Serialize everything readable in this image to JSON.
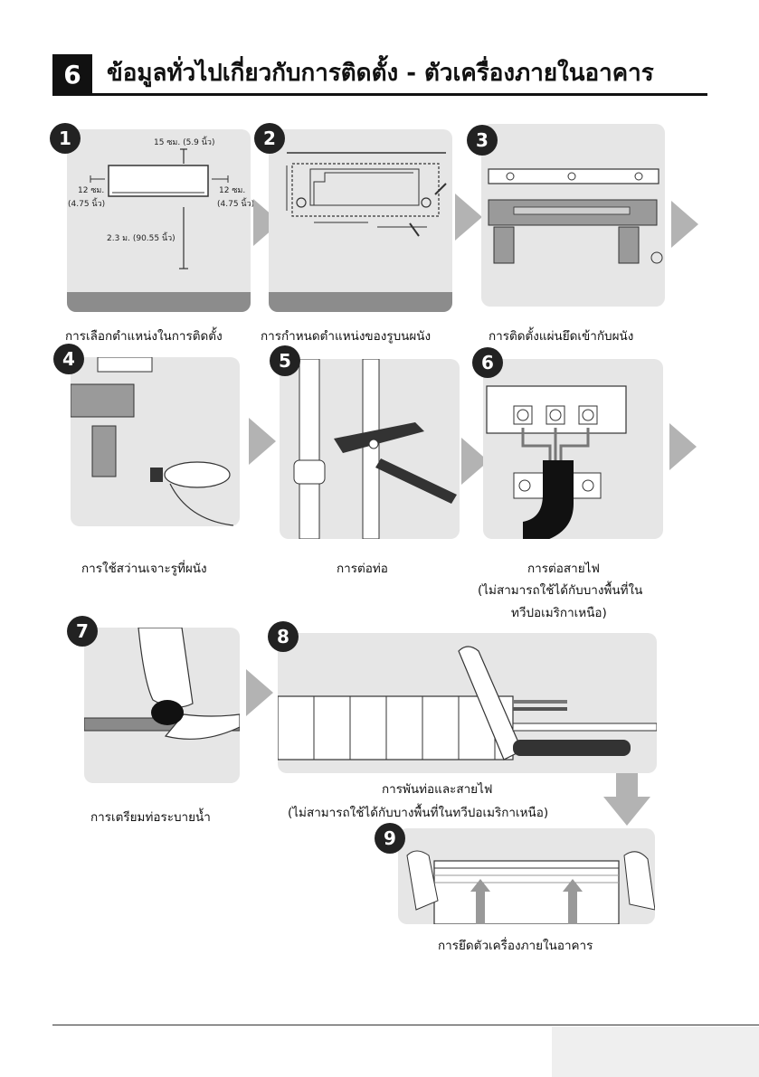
{
  "header": {
    "section_number": "6",
    "title": "ข้อมูลทั่วไปเกี่ยวกับการติดตั้ง - ตัวเครื่องภายในอาคาร"
  },
  "steps": [
    {
      "number": "1",
      "caption": "การเลือกตำแหน่งในการติดตั้ง"
    },
    {
      "number": "2",
      "caption": "การกำหนดตำแหน่งของรูบนผนัง"
    },
    {
      "number": "3",
      "caption": "การติดตั้งแผ่นยึดเข้ากับผนัง"
    },
    {
      "number": "4",
      "caption": "การใช้สว่านเจาะรูที่ผนัง"
    },
    {
      "number": "5",
      "caption": "การต่อท่อ"
    },
    {
      "number": "6",
      "caption": "การต่อสายไฟ",
      "note_line1": "(ไม่สามารถใช้ได้กับบางพื้นที่ใน",
      "note_line2": "ทวีปอเมริกาเหนือ)"
    },
    {
      "number": "7",
      "caption": "การเตรียมท่อระบายน้ำ"
    },
    {
      "number": "8",
      "caption": "การพันท่อและสายไฟ",
      "note": "(ไม่สามารถใช้ได้กับบางพื้นที่ในทวีปอเมริกาเหนือ)"
    },
    {
      "number": "9",
      "caption": "การยึดตัวเครื่องภายในอาคาร"
    }
  ],
  "dimensions": {
    "top": "15 ซม. (5.9 นิ้ว)",
    "left_a": "12 ซม.",
    "left_b": "(4.75 นิ้ว)",
    "right_a": "12 ซม.",
    "right_b": "(4.75 นิ้ว)",
    "bottom": "2.3 ม. (90.55 นิ้ว)"
  },
  "colors": {
    "panel": "#e6e6e6",
    "arrow": "#b3b3b3",
    "badge": "#222222",
    "floor": "#8c8c8c"
  }
}
